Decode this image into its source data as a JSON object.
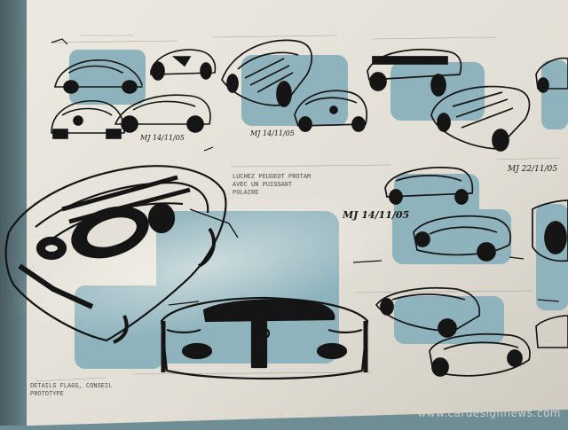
{
  "scene": {
    "subject": "car-design-sketch-wall",
    "watermark": "www.cardesignnews.com",
    "signatures": [
      "MJ 14/11/05",
      "MJ 14/11/05",
      "MJ 22/11/05",
      "MJ 14/11/05"
    ],
    "handwritten_note_1": "LUCHEZ PEUGEOT PROTAM\nAVEC UN PUISSANT\nPOLAIRE",
    "handwritten_note_2": "DETAILS FLAGS, CONSEIL\nPROTOTYPE",
    "colors": {
      "wall": "#6f8d94",
      "paper": "#e9e6de",
      "panel": "#8fb3bd",
      "ink": "#151515"
    }
  }
}
